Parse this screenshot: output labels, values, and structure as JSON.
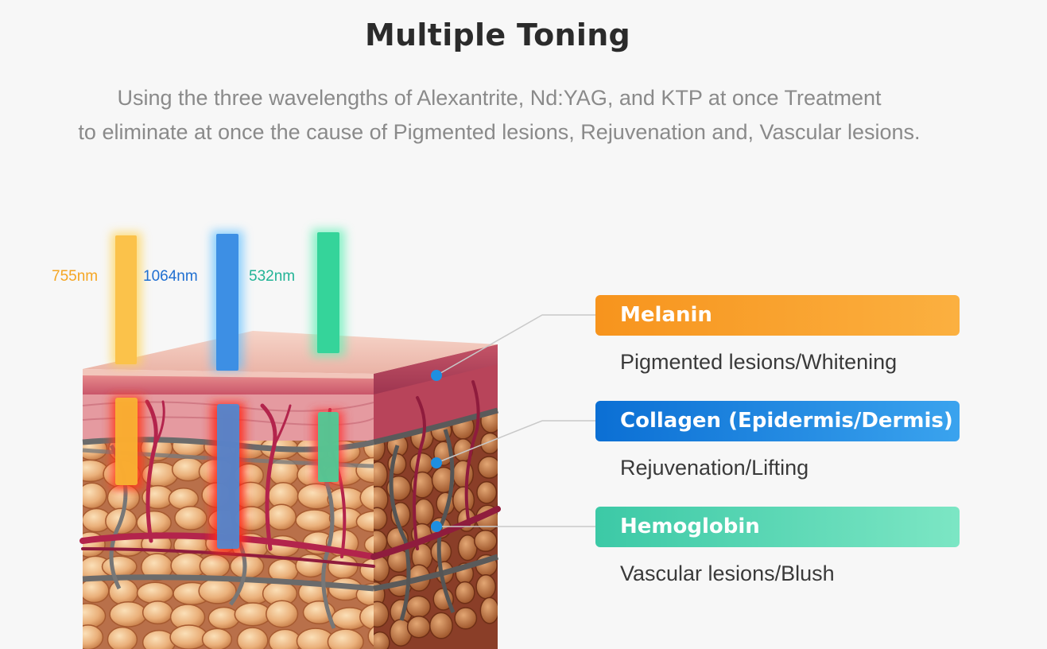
{
  "title": "Multiple Toning",
  "subtitle": {
    "line1": "Using the three wavelengths of Alexantrite, Nd:YAG, and KTP at once Treatment",
    "line2": "to eliminate at once the cause of Pigmented lesions, Rejuvenation and, Vascular lesions."
  },
  "wavelengths": [
    {
      "label": "755nm",
      "color": "#f5a623"
    },
    {
      "label": "1064nm",
      "color": "#1f6fd1"
    },
    {
      "label": "532nm",
      "color": "#22b396"
    }
  ],
  "targets": [
    {
      "name": "Melanin",
      "desc": "Pigmented lesions/Whitening",
      "color_from": "#f7941d",
      "color_to": "#fbb040"
    },
    {
      "name": "Collagen (Epidermis/Dermis)",
      "desc": "Rejuvenation/Lifting",
      "color_from": "#0b6fd4",
      "color_to": "#3aa3ee"
    },
    {
      "name": "Hemoglobin",
      "desc": "Vascular lesions/Blush",
      "color_from": "#3cc9a6",
      "color_to": "#7ce6c4"
    }
  ],
  "colors": {
    "marker_dot": "#1e8fe0",
    "leader_line": "#c9c9c9"
  }
}
